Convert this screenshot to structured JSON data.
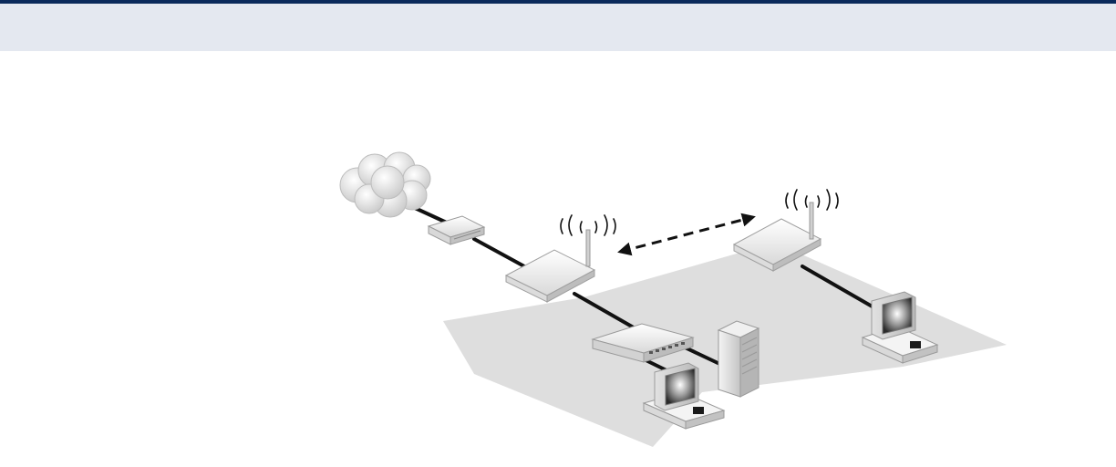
{
  "page": {
    "header_band_color": "#e4e8f0",
    "top_rule_color": "#0b2a5b"
  },
  "diagram": {
    "background_shadow_color": "#dedede",
    "link_color": "#111111",
    "devices": [
      {
        "id": "internet",
        "icon": "cloud-icon"
      },
      {
        "id": "modem",
        "icon": "modem-icon"
      },
      {
        "id": "access-point-1",
        "icon": "wireless-access-point-icon"
      },
      {
        "id": "access-point-2",
        "icon": "wireless-access-point-icon"
      },
      {
        "id": "switch",
        "icon": "network-switch-icon"
      },
      {
        "id": "server",
        "icon": "server-tower-icon"
      },
      {
        "id": "workstation-1",
        "icon": "desktop-computer-icon"
      },
      {
        "id": "workstation-2",
        "icon": "desktop-computer-icon"
      }
    ],
    "links": [
      {
        "from": "internet",
        "to": "modem",
        "style": "solid"
      },
      {
        "from": "modem",
        "to": "access-point-1",
        "style": "solid"
      },
      {
        "from": "access-point-1",
        "to": "switch",
        "style": "solid"
      },
      {
        "from": "switch",
        "to": "server",
        "style": "solid"
      },
      {
        "from": "switch",
        "to": "workstation-1",
        "style": "solid"
      },
      {
        "from": "access-point-2",
        "to": "workstation-2",
        "style": "solid"
      },
      {
        "from": "access-point-1",
        "to": "access-point-2",
        "style": "dashed-bidirectional"
      }
    ]
  }
}
